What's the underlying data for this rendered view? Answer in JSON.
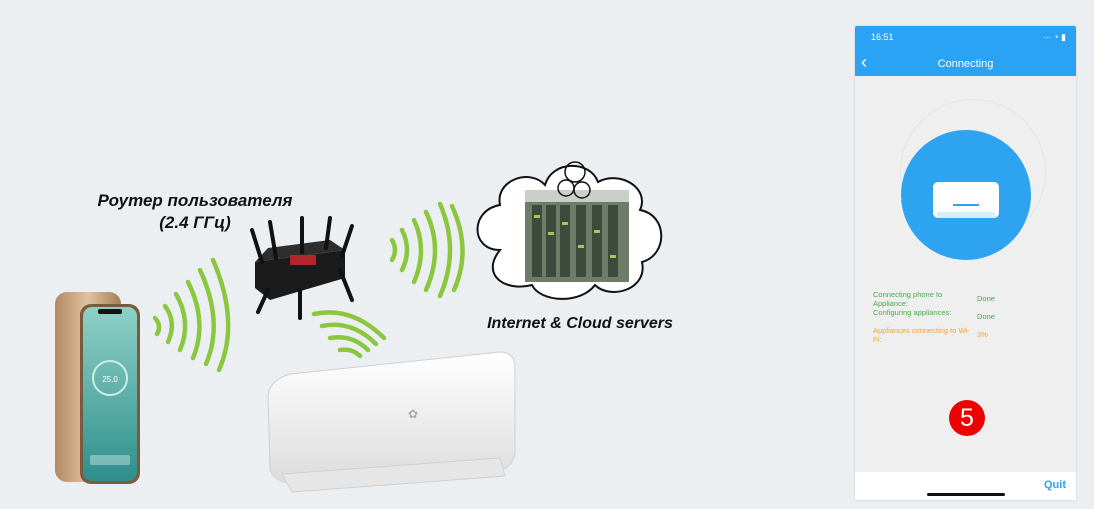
{
  "captions": {
    "router_line1": "Роутер пользователя",
    "router_line2": "(2.4 ГГц)",
    "cloud": "Internet & Cloud servers"
  },
  "phone_ui": {
    "status_time": "16:51",
    "status_icons": "∙∙∙ ◔ ▮",
    "back_icon": "‹",
    "title": "Connecting",
    "steps": [
      {
        "label": "Connecting phone to Appliance:",
        "value": "Done",
        "color": "#46a94c"
      },
      {
        "label": "Configuring appliances:",
        "value": "Done",
        "color": "#46a94c"
      },
      {
        "label": "Appliances connecting to Wi-Fi:",
        "value": "3%",
        "color": "#f0a33a"
      }
    ],
    "progress_percent": 3,
    "step_number": "5",
    "quit_label": "Quit"
  },
  "mini_phone_temp": "25.0",
  "colors": {
    "accent": "#2aa3f4",
    "done": "#46a94c",
    "pending": "#f0a33a",
    "badge": "#e00000",
    "wave": "#8cc63f"
  }
}
